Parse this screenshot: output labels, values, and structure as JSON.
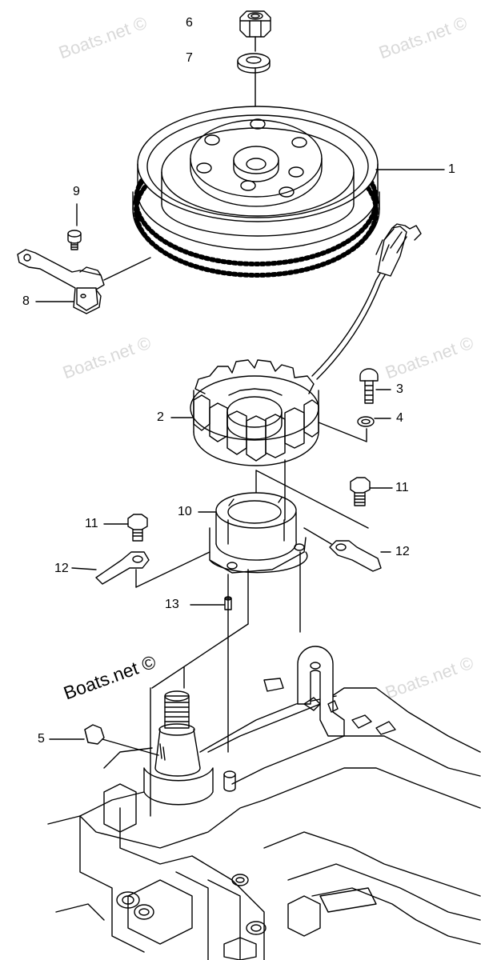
{
  "callouts": {
    "c1": "1",
    "c2": "2",
    "c3": "3",
    "c4": "4",
    "c5": "5",
    "c6": "6",
    "c7": "7",
    "c8": "8",
    "c9": "9",
    "c10": "10",
    "c11a": "11",
    "c11b": "11",
    "c12a": "12",
    "c12b": "12",
    "c13": "13"
  },
  "watermark": {
    "text": "Boats.net ©"
  },
  "colors": {
    "line": "#000000",
    "watermark_faint": "#d9d9d9",
    "watermark_main": "#000000"
  }
}
